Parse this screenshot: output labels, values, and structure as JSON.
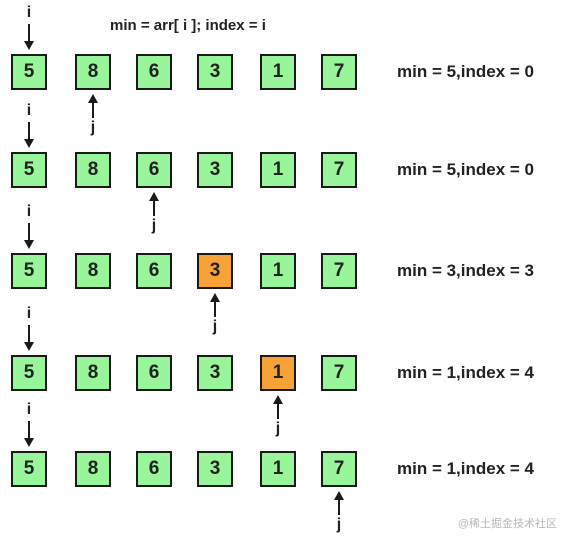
{
  "header": "min = arr[ i ];  index = i",
  "pointer_i_label": "i",
  "pointer_j_label": "j",
  "highlight_color": "#f7a237",
  "cell_color": "#98f59a",
  "rows": [
    {
      "values": [
        "5",
        "8",
        "6",
        "3",
        "1",
        "7"
      ],
      "i": 0,
      "j": 1,
      "highlight": -1,
      "status": "min = 5,index = 0"
    },
    {
      "values": [
        "5",
        "8",
        "6",
        "3",
        "1",
        "7"
      ],
      "i": 0,
      "j": 2,
      "highlight": -1,
      "status": "min = 5,index = 0"
    },
    {
      "values": [
        "5",
        "8",
        "6",
        "3",
        "1",
        "7"
      ],
      "i": 0,
      "j": 3,
      "highlight": 3,
      "status": "min = 3,index = 3"
    },
    {
      "values": [
        "5",
        "8",
        "6",
        "3",
        "1",
        "7"
      ],
      "i": 0,
      "j": 4,
      "highlight": 4,
      "status": "min = 1,index = 4"
    },
    {
      "values": [
        "5",
        "8",
        "6",
        "3",
        "1",
        "7"
      ],
      "i": 0,
      "j": 5,
      "highlight": -1,
      "status": "min = 1,index = 4"
    }
  ],
  "watermark": "@稀土掘金技术社区"
}
